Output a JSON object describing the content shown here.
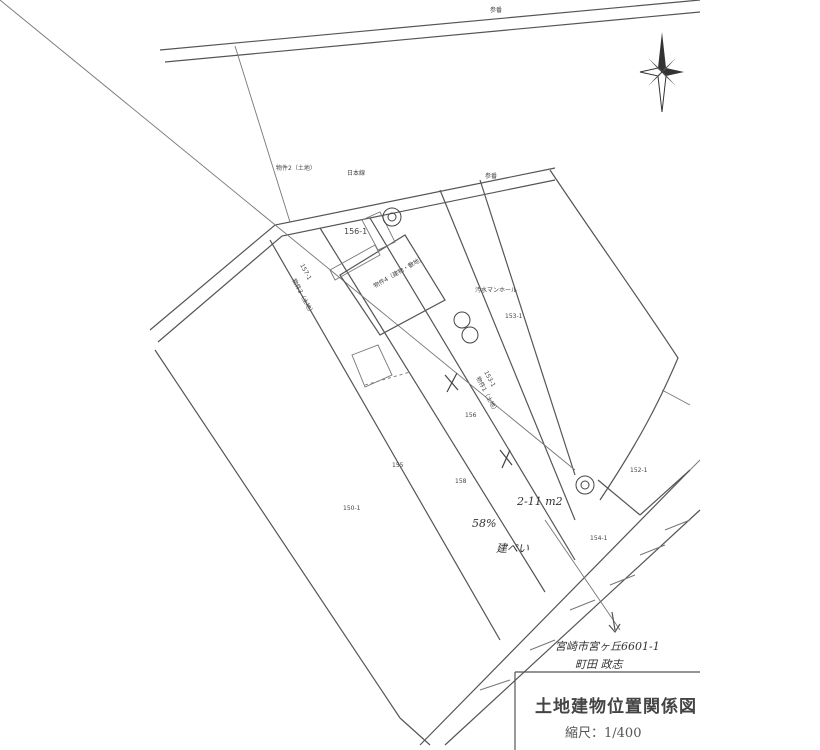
{
  "labels": {
    "road_top": "参番",
    "road_mid": "参番",
    "property2": "物件2（土地）",
    "lot_156_1": "156-1",
    "lot_157_1": "157-1",
    "property3": "物件3（土地）",
    "property4": "物件4（建物・敷地）",
    "lot_153_1": "153-1",
    "property1": "物件1（土地）",
    "lot_155": "155",
    "lot_158": "158",
    "lot_156": "156",
    "lot_152_1": "152-1",
    "lot_154_1": "154-1",
    "lot_150_1": "150-1",
    "lot_153": "153-1",
    "japanese_label": "日本線",
    "manhole": "汚水マンホール",
    "hand_area": "2-11 m2",
    "hand_pct": "58%",
    "hand_note": "建ぺい",
    "hand_note2": "宮崎市宮ヶ丘6601-1",
    "hand_name": "町田 政志"
  },
  "title_block": {
    "title": "土地建物位置関係図",
    "scale": "縮尺：1/400"
  }
}
